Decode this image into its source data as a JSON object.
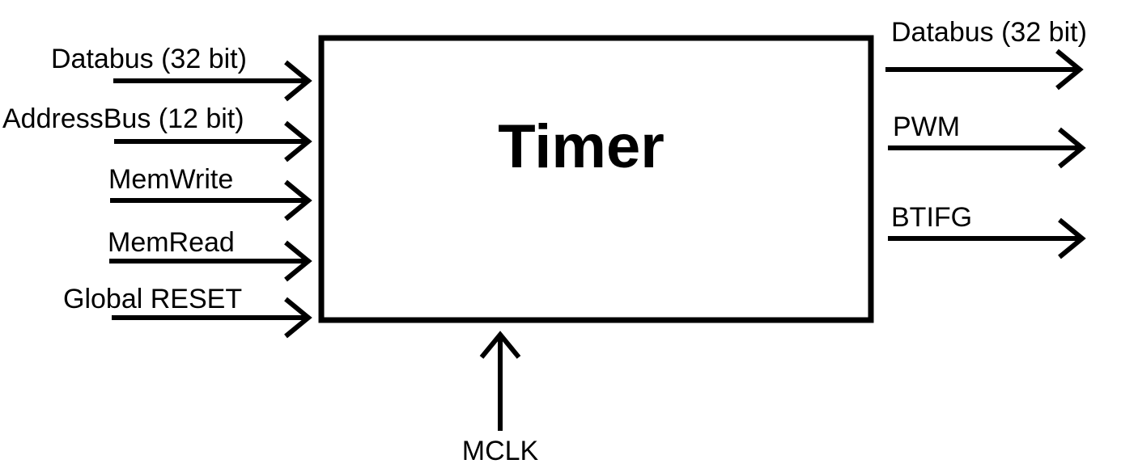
{
  "block": {
    "title": "Timer"
  },
  "inputs": [
    {
      "label": "Databus (32 bit)"
    },
    {
      "label": "AddressBus (12 bit)"
    },
    {
      "label": "MemWrite"
    },
    {
      "label": "MemRead"
    },
    {
      "label": "Global RESET"
    }
  ],
  "outputs": [
    {
      "label": "Databus (32 bit)"
    },
    {
      "label": "PWM"
    },
    {
      "label": "BTIFG"
    }
  ],
  "clock": {
    "label": "MCLK"
  }
}
